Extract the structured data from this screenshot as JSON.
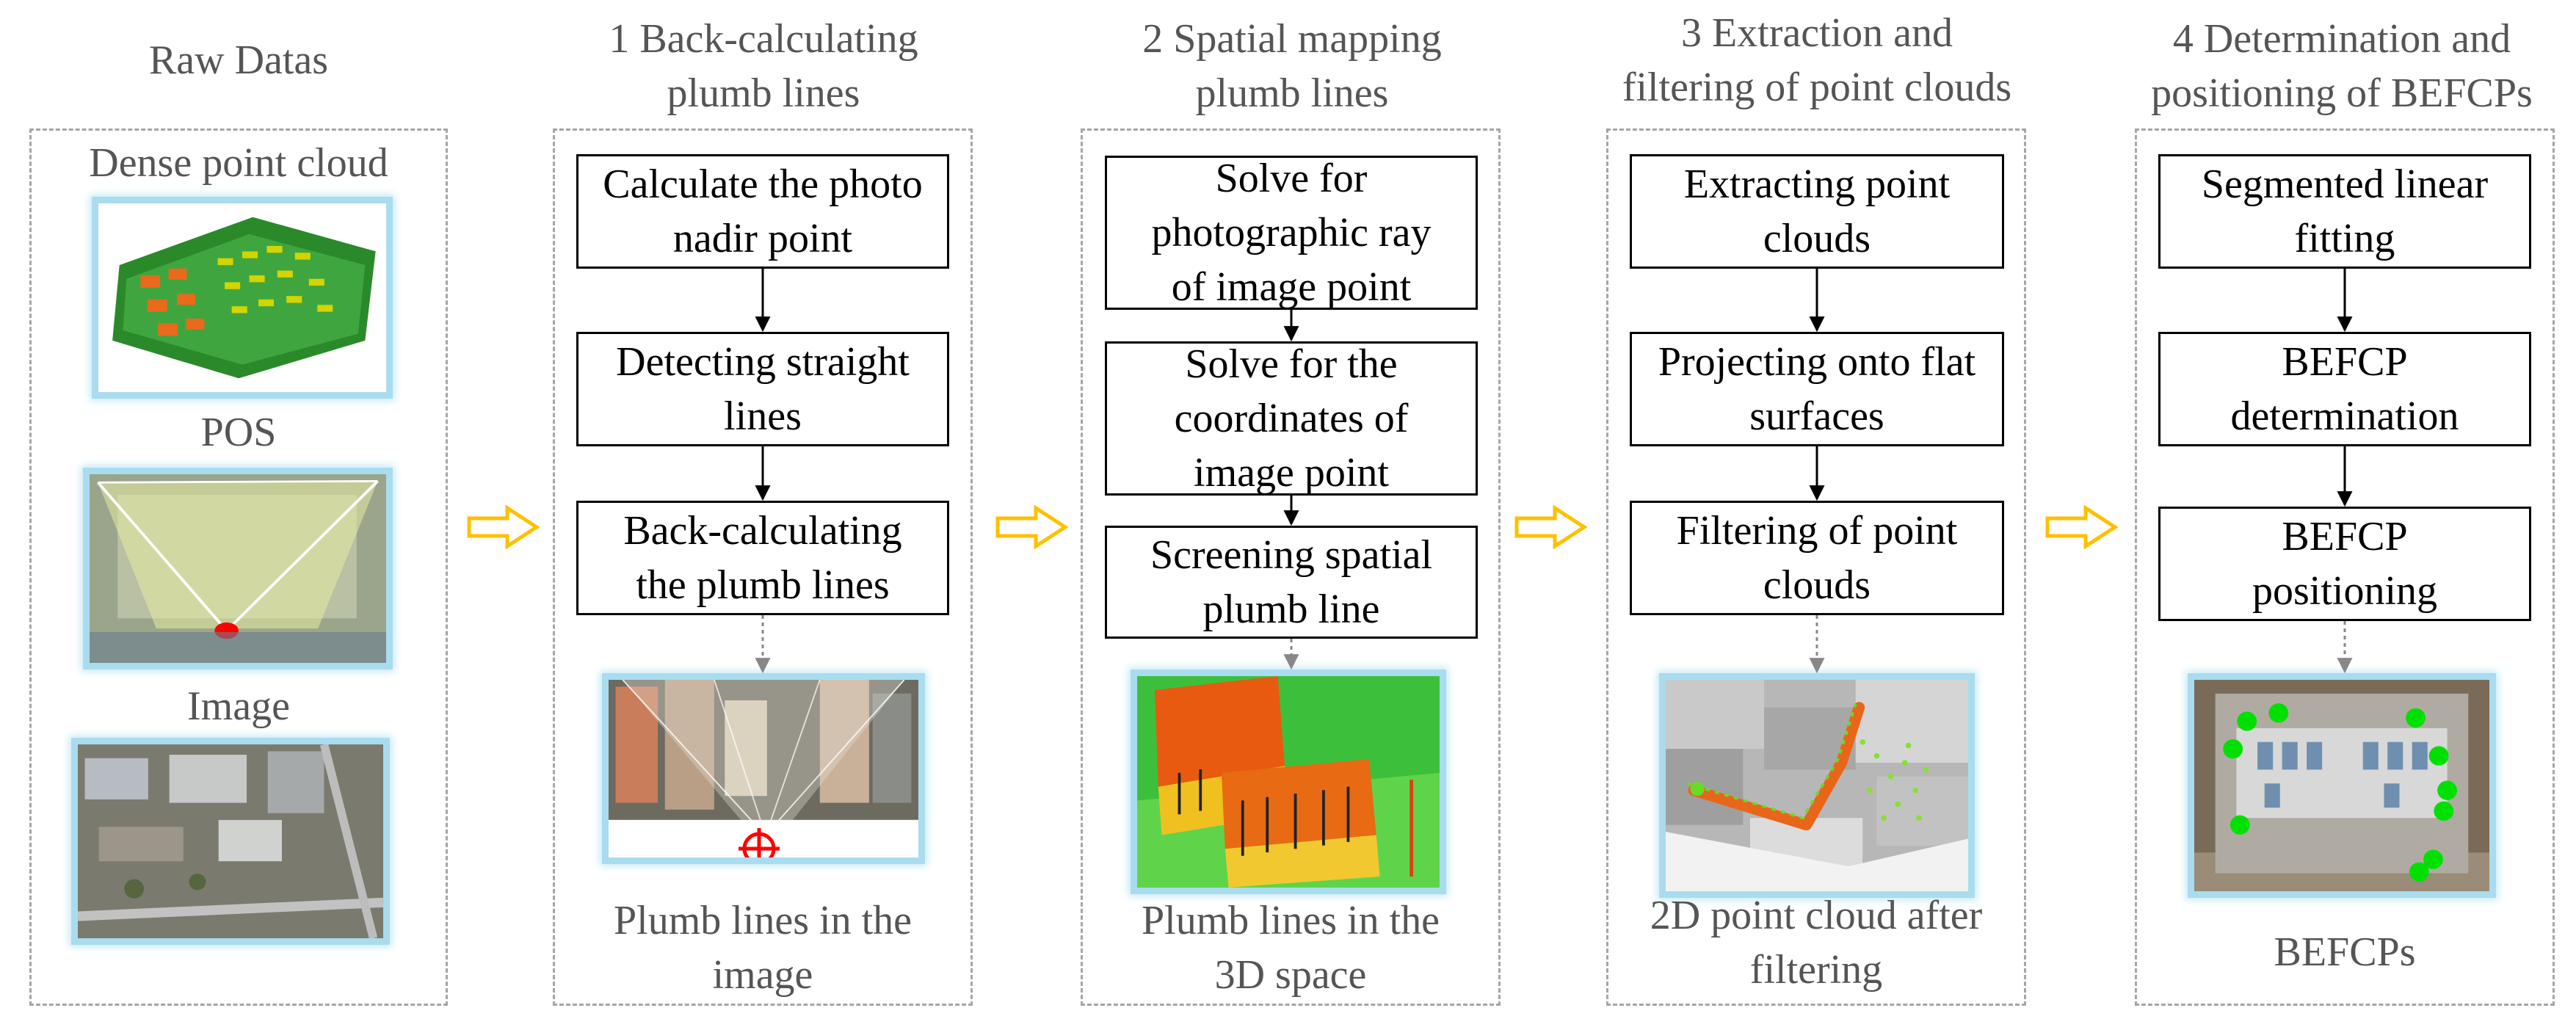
{
  "stages": [
    {
      "title": "Raw Datas"
    },
    {
      "title": "1 Back-calculating\nplumb lines"
    },
    {
      "title": "2 Spatial mapping\nplumb lines"
    },
    {
      "title": "3 Extraction and\nfiltering of point clouds"
    },
    {
      "title": "4 Determination and\npositioning of BEFCPs"
    }
  ],
  "raw": {
    "label_dense": "Dense point cloud",
    "label_pos": "POS",
    "label_image": "Image"
  },
  "stage1": {
    "steps": [
      "Calculate the photo\nnadir point",
      "Detecting straight\nlines",
      "Back-calculating\nthe plumb lines"
    ],
    "caption": "Plumb lines in the\nimage"
  },
  "stage2": {
    "steps": [
      "Solve for\nphotographic ray\nof image point",
      "Solve for the\ncoordinates of\nimage point",
      "Screening spatial\nplumb line"
    ],
    "caption": "Plumb lines in the\n3D space"
  },
  "stage3": {
    "steps": [
      "Extracting point\nclouds",
      "Projecting onto flat\nsurfaces",
      "Filtering of point\nclouds"
    ],
    "caption": "2D point cloud after\nfiltering"
  },
  "stage4": {
    "steps": [
      "Segmented linear\nfitting",
      "BEFCP\ndetermination",
      "BEFCP\npositioning"
    ],
    "caption": "BEFCPs"
  },
  "colors": {
    "title_gray": "#555555",
    "dashed_border": "#a6a6a6",
    "image_frame": "#a9dcef",
    "flow_arrow": "#ffc000",
    "marker_red": "#ff0000",
    "point_green": "#00e000"
  },
  "icons": [
    "hollow-right-arrow-icon",
    "crosshair-icon",
    "down-arrow-icon"
  ]
}
